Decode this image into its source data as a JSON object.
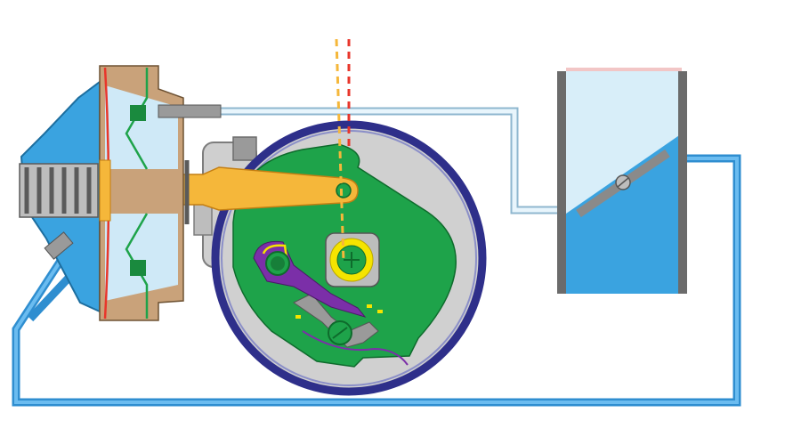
{
  "diagram": {
    "subject": "vacuum-advance-unit-cutaway",
    "labels": []
  },
  "components": {
    "vacuum_canister": "vacuum-canister",
    "diaphragm": "diaphragm",
    "return_springs": "return-springs",
    "pull_rod": "pull-rod",
    "breaker_plate": "breaker-plate",
    "distributor_housing": "distributor-housing",
    "cam": "cam",
    "contact_breaker": "contact-breaker-points",
    "throttle_body": "throttle-body",
    "throttle_valve": "throttle-butterfly-valve",
    "vacuum_line_primary": "vacuum-line-primary",
    "vacuum_line_secondary": "vacuum-line-secondary",
    "timing_reference_lines": "timing-reference-lines"
  },
  "colors": {
    "metal_blue": "#3aa3e0",
    "light_blue": "#cfe9f7",
    "orange_rod": "#f5b73a",
    "green_plate": "#1ea34a",
    "dark_blue_ring": "#2e2f8a",
    "grey_housing": "#c9c9c9",
    "purple_arm": "#7b2fa8",
    "tan_body": "#c9a27a",
    "red_line": "#e8362b",
    "yellow_cam": "#f5e400"
  }
}
